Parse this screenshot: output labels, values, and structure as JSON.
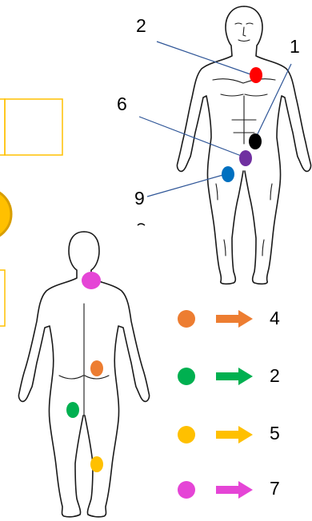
{
  "front_figure": {
    "markers": [
      {
        "label": "2",
        "color": "#ff0000"
      },
      {
        "label": "1",
        "color": "#000000"
      },
      {
        "label": "6",
        "color": "#7030a0"
      },
      {
        "label": "9",
        "color": "#0070c0"
      }
    ],
    "leader_line_color": "#2e5597"
  },
  "back_figure": {
    "markers": [
      {
        "name": "neck",
        "color": "#e545d6"
      },
      {
        "name": "lower-back",
        "color": "#ed7d31"
      },
      {
        "name": "thigh",
        "color": "#00b050"
      },
      {
        "name": "calf",
        "color": "#ffc000"
      }
    ]
  },
  "legend": [
    {
      "color": "#ed7d31",
      "count": "4"
    },
    {
      "color": "#00b050",
      "count": "2"
    },
    {
      "color": "#ffc000",
      "count": "5"
    },
    {
      "color": "#e545d6",
      "count": "7"
    }
  ],
  "decor_color": "#ffc000"
}
